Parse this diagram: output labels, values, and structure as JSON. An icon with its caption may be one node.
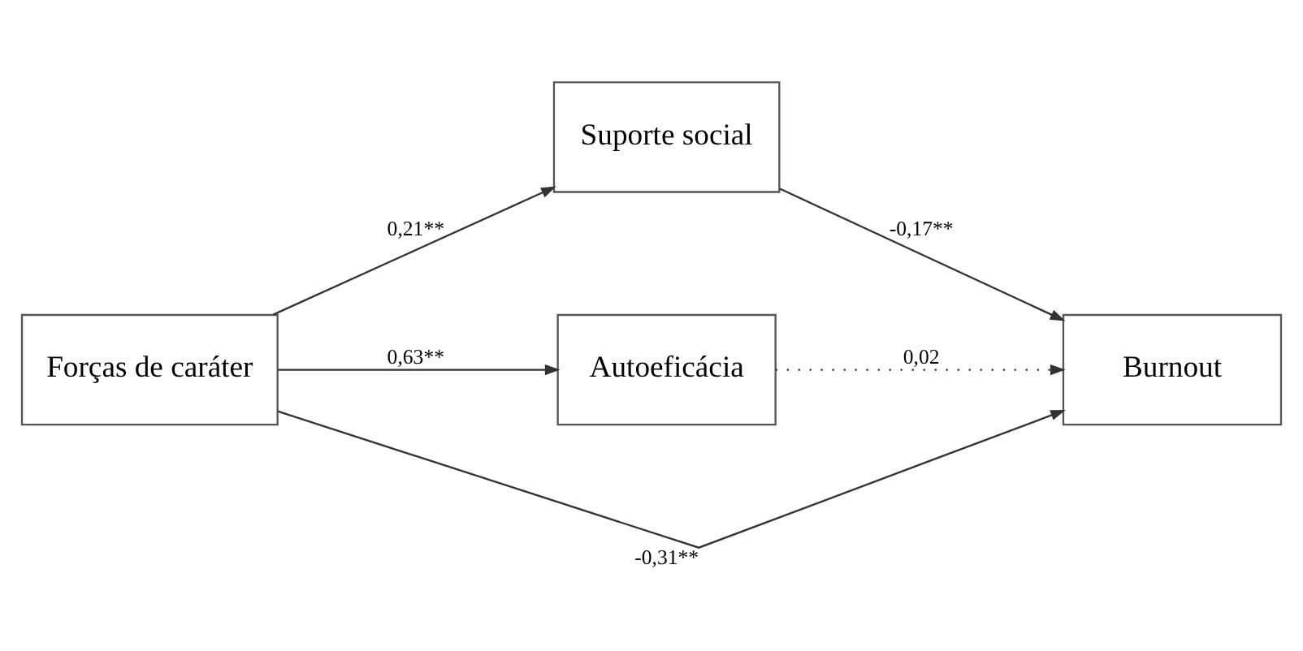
{
  "diagram": {
    "nodes": [
      {
        "text": [
          "Forças de caráter"
        ]
      },
      {
        "text": [
          "Suporte social"
        ]
      },
      {
        "text": [
          "Autoeficácia"
        ]
      },
      {
        "text": [
          "Burnout"
        ]
      }
    ],
    "edges": [
      {
        "from": 0,
        "to": 1,
        "arrow": "to",
        "label": "0,21**"
      },
      {
        "from": 1,
        "to": 3,
        "arrow": "to",
        "label": "-0,17**"
      },
      {
        "from": 0,
        "to": 3,
        "arrow": "to",
        "label": "-0,31**"
      },
      {
        "from": 0,
        "to": 2,
        "arrow": "to",
        "label": "0,63**"
      },
      {
        "from": 2,
        "to": 3,
        "arrow": "to",
        "label": "0,02",
        "style": "dashed"
      }
    ]
  }
}
